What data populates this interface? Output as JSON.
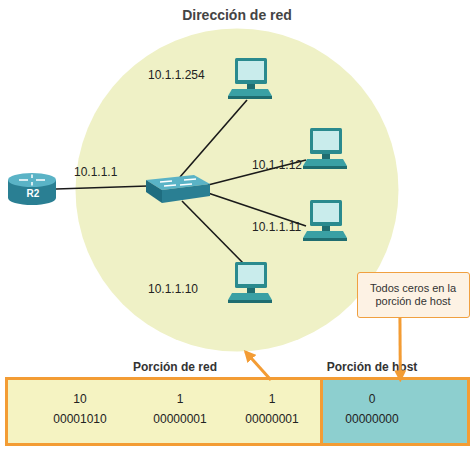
{
  "diagram": {
    "nodes": [
      {
        "text": [
          "Dirección de red"
        ]
      },
      {
        "text": [
          "10.1.1.254"
        ],
        "in": 0
      },
      {
        "text": [
          "10.1.1.12"
        ],
        "in": 0
      },
      {
        "text": [
          "10.1.1.11"
        ],
        "in": 0
      },
      {
        "text": [
          "10.1.1.10"
        ],
        "in": 0
      },
      {
        "text": [
          "R2"
        ]
      },
      {
        "text": [
          "Todos ceros en la porción de host"
        ]
      },
      {
        "text": [
          "Porción de red",
          "10",
          "00001010",
          "1",
          "00000001",
          "1",
          "00000001"
        ]
      },
      {
        "text": [
          "Porción de host",
          "0",
          "00000000"
        ]
      }
    ],
    "edges": [
      {
        "from": 7,
        "to": 0,
        "arrow": "to"
      },
      {
        "from": 6,
        "to": 8,
        "arrow": "to"
      }
    ],
    "labels": [
      "10.1.1.1"
    ]
  }
}
